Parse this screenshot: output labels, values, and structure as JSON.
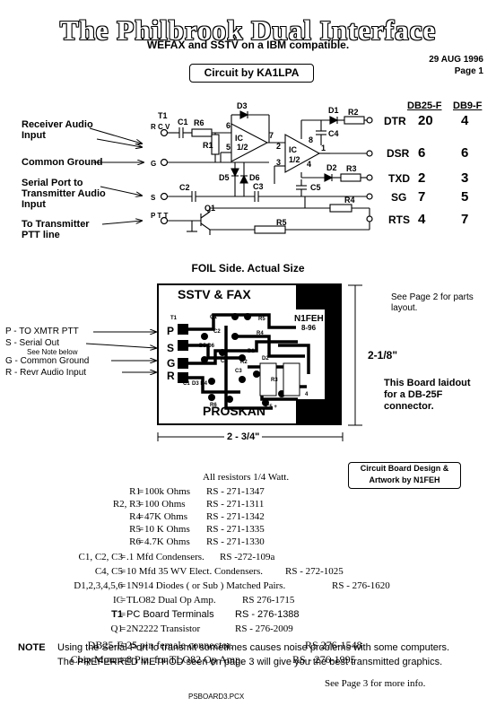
{
  "header": {
    "title": "The Philbrook Dual Interface",
    "subtitle": "WEFAX and SSTV on a IBM compatible.",
    "date": "29 AUG 1996",
    "page": "Page 1",
    "circuit_by": "Circuit by KA1LPA"
  },
  "schematic": {
    "connector_headers": [
      "DB25-F",
      "DB9-F"
    ],
    "left_labels": {
      "receiver_audio": "Receiver Audio Input",
      "common_ground": "Common Ground",
      "serial_port": "Serial Port to Transmitter Audio Input",
      "ptt": "To Transmitter PTT line"
    },
    "terminal_letters": [
      "R C V",
      "G",
      "S",
      "P T T"
    ],
    "pins": [
      {
        "name": "DTR",
        "db25": "20",
        "db9": "4"
      },
      {
        "name": "DSR",
        "db25": "6",
        "db9": "6"
      },
      {
        "name": "TXD",
        "db25": "2",
        "db9": "3"
      },
      {
        "name": "SG",
        "db25": "7",
        "db9": "5"
      },
      {
        "name": "RTS",
        "db25": "4",
        "db9": "7"
      }
    ],
    "components": {
      "t1": "T1",
      "c1": "C1",
      "r6": "R6",
      "r1": "R1",
      "d3": "D3",
      "ic1": "IC",
      "ic1_half": "1/2",
      "ic2": "IC",
      "ic2_half": "1/2",
      "d1": "D1",
      "r2": "R2",
      "c4": "C4",
      "d2": "D2",
      "r3": "R3",
      "d5": "D5",
      "d6": "D6",
      "c2": "C2",
      "c3": "C3",
      "c5": "C5",
      "r4": "R4",
      "q1": "Q1",
      "r5": "R5",
      "pin6": "6",
      "pin5": "5",
      "pin7": "7",
      "pin2": "2",
      "pin3": "3",
      "pin1": "1",
      "pin8": "8",
      "pin4": "4"
    }
  },
  "foil": {
    "heading": "FOIL Side. Actual Size",
    "board_title": "SSTV & FAX",
    "board_brand": "PROSKAN",
    "board_id": "N1FEH",
    "board_rev": "8-96",
    "terminals": [
      "P",
      "S",
      "G",
      "R"
    ],
    "left_labels": {
      "p": "P - TO XMTR PTT",
      "s": "S - Serial Out",
      "s_note": "See Note below",
      "g": "G - Common Ground",
      "r": "R - Revr Audio Input"
    },
    "see_page2": "See Page 2 for parts layout.",
    "board_note": "This Board laidout for a DB-25F connector.",
    "height_dim": "2-1/8\"",
    "width_dim": "2 - 3/4\"",
    "design_credit": "Circuit Board Design & Artwork by N1FEH"
  },
  "parts": {
    "heading": "All resistors 1/4 Watt.",
    "list": [
      {
        "ref": "R1",
        "desc": "100k Ohms",
        "part": "RS - 271-1347"
      },
      {
        "ref": "R2, R3",
        "desc": "100 Ohms",
        "part": "RS - 271-1311"
      },
      {
        "ref": "R4",
        "desc": "47K Ohms",
        "part": "RS - 271-1342"
      },
      {
        "ref": "R5",
        "desc": "10 K Ohms",
        "part": "RS - 271-1335"
      },
      {
        "ref": "R6",
        "desc": "4.7K Ohms",
        "part": "RS - 271-1330"
      },
      {
        "ref": "C1, C2, C3",
        "desc": ".1 Mfd Condensers.",
        "part": "RS -272-109a"
      },
      {
        "ref": "C4, C5",
        "desc": "10 Mfd 35 WV Elect. Condensers.",
        "part": "RS - 272-1025"
      },
      {
        "ref": "D1,2,3,4,5,6",
        "desc": "1N914 Diodes ( or Sub ) Matched Pairs.",
        "part": "RS - 276-1620"
      },
      {
        "ref": "IC",
        "desc": "TLO82 Dual Op Amp.",
        "part": "RS 276-1715"
      },
      {
        "ref": "T1",
        "desc": "PC Board Terminals",
        "part": "RS - 276-1388"
      },
      {
        "ref": "Q1",
        "desc": "2N2222 Transistor",
        "part": "RS - 276-2009"
      },
      {
        "ref": "DB25-F",
        "desc": "25 pin female connector.",
        "part": "RS 276-1548"
      },
      {
        "ref": "Chip Mount",
        "desc": "8 Pin, for TLO82 Op Amp.",
        "part": "RS - 276-1995"
      }
    ]
  },
  "notes": {
    "label": "NOTE",
    "line1": "Using the Serial Port to transmit sometimes causes noise problems with some computers.",
    "line2": "The PREFERRED METHOD seen on page 3 will give you the best transmitted graphics.",
    "see_page3": "See Page 3 for more info.",
    "filename": "PSBOARD3.PCX"
  }
}
